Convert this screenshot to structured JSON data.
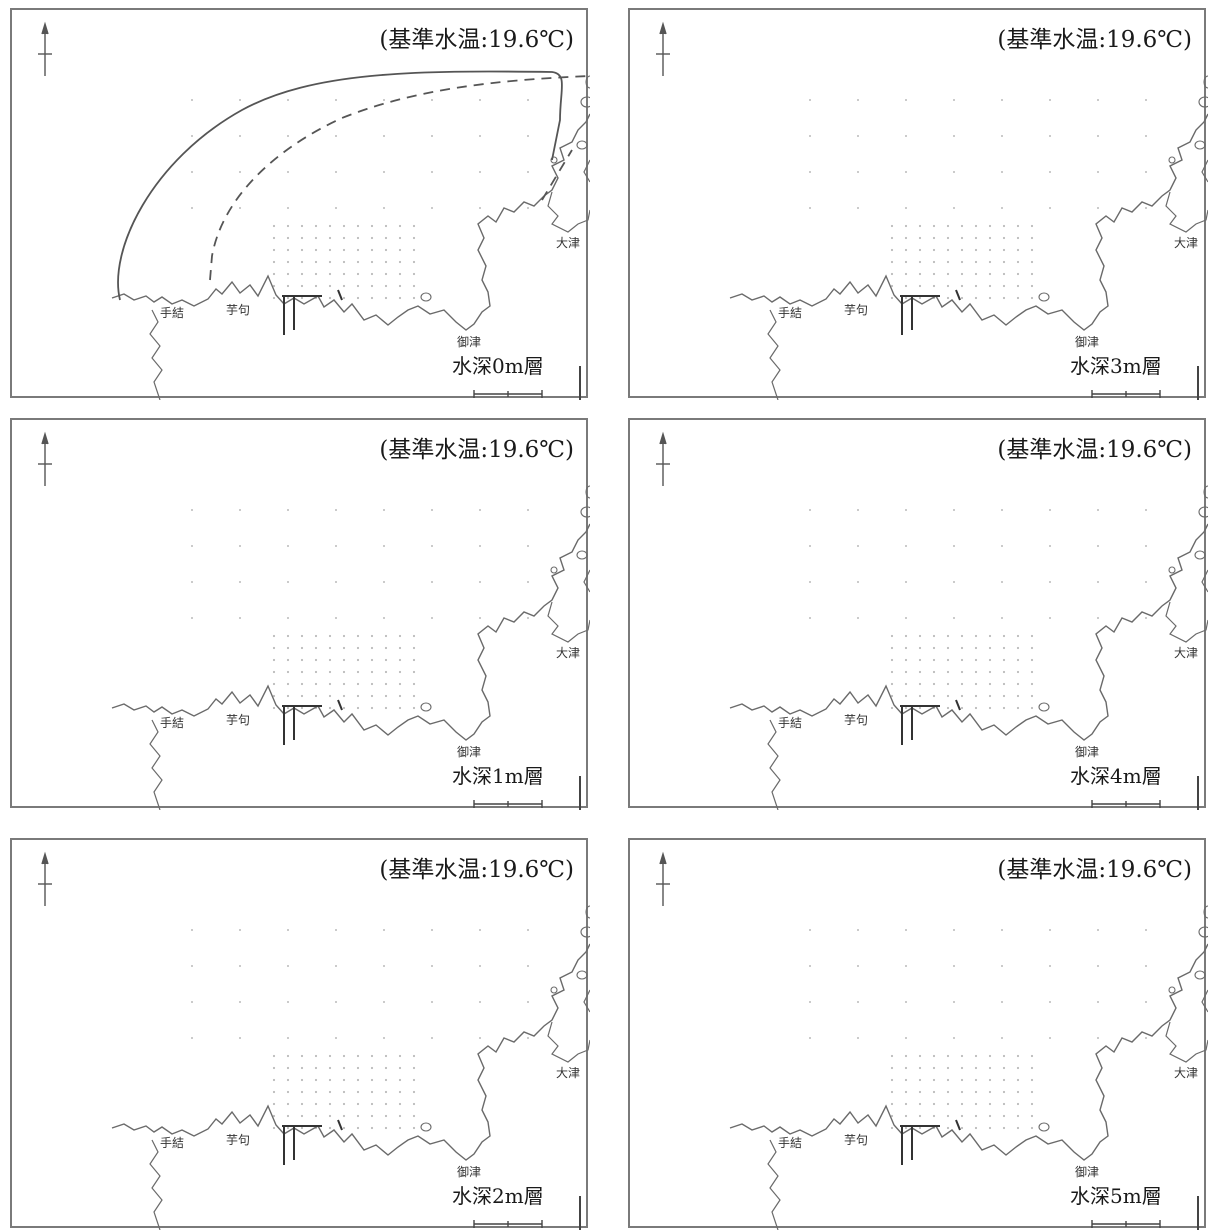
{
  "panels": [
    {
      "title": "(基準水温:19.6℃)",
      "depth_label": "水深0m層",
      "has_plume": true
    },
    {
      "title": "(基準水温:19.6℃)",
      "depth_label": "水深3m層",
      "has_plume": false
    },
    {
      "title": "(基準水温:19.6℃)",
      "depth_label": "水深1m層",
      "has_plume": false
    },
    {
      "title": "(基準水温:19.6℃)",
      "depth_label": "水深4m層",
      "has_plume": false
    },
    {
      "title": "(基準水温:19.6℃)",
      "depth_label": "水深2m層",
      "has_plume": false
    },
    {
      "title": "(基準水温:19.6℃)",
      "depth_label": "水深5m層",
      "has_plume": false
    }
  ],
  "place_names": {
    "teishu": "手結",
    "imoku": "芋句",
    "mitsu": "御津",
    "otsu": "大津"
  },
  "colors": {
    "coastline": "#6a6a6a",
    "border": "#7a7a7a",
    "plume_line": "#555555",
    "grid_dot": "#bbbbbb"
  }
}
